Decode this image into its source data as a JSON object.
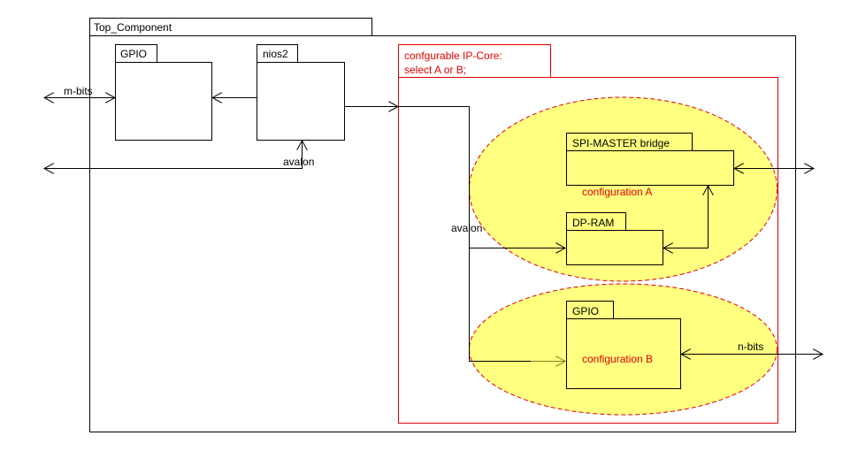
{
  "top_component": {
    "label": "Top_Component"
  },
  "gpio_top": {
    "label": "GPIO"
  },
  "nios2": {
    "label": "nios2"
  },
  "ip_core": {
    "label_line1": "confgurable IP-Core:",
    "label_line2": "select A or B;"
  },
  "spi_master": {
    "label": "SPI-MASTER bridge"
  },
  "dp_ram": {
    "label": "DP-RAM"
  },
  "gpio_b": {
    "label": "GPIO"
  },
  "config_a": {
    "label": "configuration A"
  },
  "config_b": {
    "label": "configuration B"
  },
  "signals": {
    "m_bits": "m-bits",
    "avalon_top": "avalon",
    "avalon_ip": "avalon",
    "n_bits": "n-bits"
  },
  "colors": {
    "config_fill": "#ffff80",
    "ip_core_border": "#e00000",
    "config_text": "#e00000"
  }
}
